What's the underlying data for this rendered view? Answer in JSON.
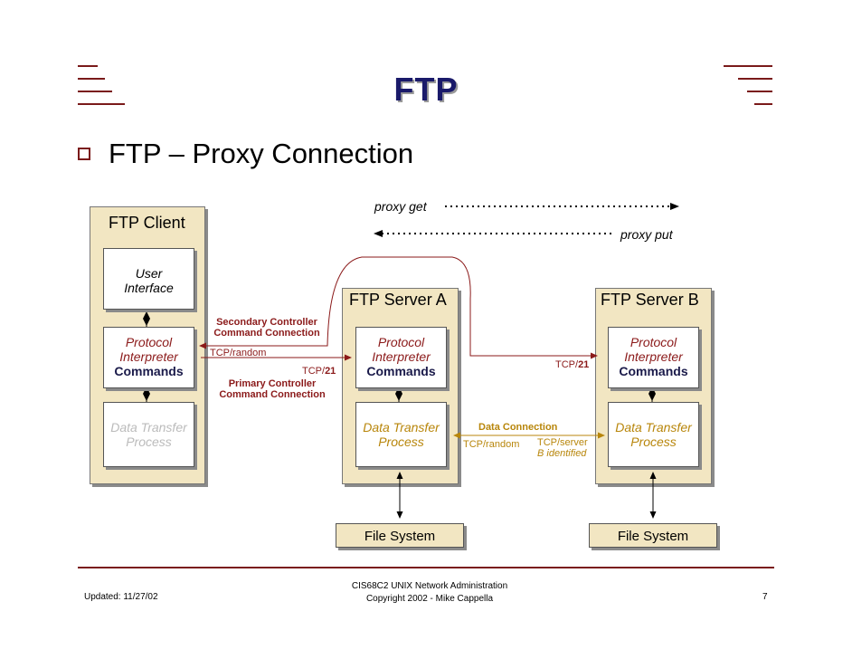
{
  "slide": {
    "title": "FTP",
    "bullet": "FTP – Proxy Connection"
  },
  "diagram": {
    "client": {
      "title": "FTP Client",
      "user_interface": [
        "User",
        "Interface"
      ],
      "pi": [
        "Protocol",
        "Interpreter"
      ],
      "commands": "Commands",
      "dtp": [
        "Data Transfer",
        "Process"
      ]
    },
    "server_a": {
      "title": "FTP Server A",
      "pi": [
        "Protocol",
        "Interpreter"
      ],
      "commands": "Commands",
      "dtp": [
        "Data Transfer",
        "Process"
      ],
      "fs": "File System"
    },
    "server_b": {
      "title": "FTP Server B",
      "pi": [
        "Protocol",
        "Interpreter"
      ],
      "commands": "Commands",
      "dtp": [
        "Data Transfer",
        "Process"
      ],
      "fs": "File System"
    },
    "proxy_get": "proxy get",
    "proxy_put": "proxy put",
    "secondary": [
      "Secondary Controller",
      "Command Connection"
    ],
    "primary": [
      "Primary Controller",
      "Command Connection"
    ],
    "tcp_random": "TCP/random",
    "tcp_21_a": [
      "TCP/",
      "21"
    ],
    "tcp_21_b": [
      "TCP/",
      "21"
    ],
    "data_connection": "Data Connection",
    "data_tcp_random": "TCP/random",
    "data_tcp_server": [
      "TCP/server",
      "B identified"
    ]
  },
  "footer": {
    "updated": "Updated: 11/27/02",
    "course": "CIS68C2 UNIX Network Administration",
    "copyright": "Copyright 2002 - Mike Cappella",
    "page": "7"
  },
  "colors": {
    "accent": "#7a1a1a",
    "title": "#1a1a6a",
    "panel": "#f2e6c2",
    "data_connection": "#b8860b"
  }
}
